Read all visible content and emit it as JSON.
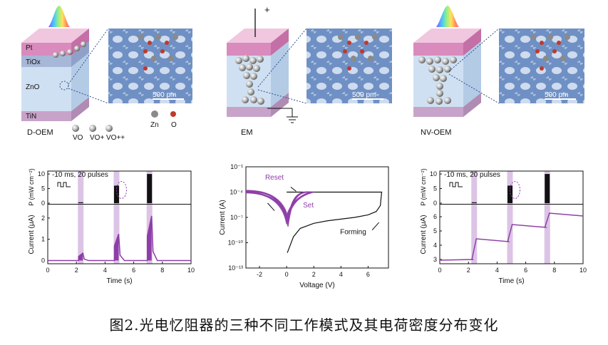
{
  "caption": "图2.光电忆阻器的三种不同工作模式及其电荷密度分布变化",
  "devices": {
    "d_oem": {
      "name": "D-OEM",
      "layers": [
        "Pt",
        "TiOx",
        "ZnO",
        "TiN"
      ],
      "vacancy_legend": [
        "VO",
        "VO+",
        "VO++"
      ],
      "scale": "500 pm",
      "atoms_legend": [
        "Zn",
        "O"
      ]
    },
    "em": {
      "name": "EM",
      "plus": "+",
      "scale": "500 pm"
    },
    "nv_oem": {
      "name": "NV-OEM",
      "scale": "500 pm"
    }
  },
  "colors": {
    "pt": "#d98bbd",
    "tio": "#a7b7d8",
    "zno": "#cfe0f2",
    "tin": "#c7a3c9",
    "purple": "#8e3ea8",
    "lightpurple": "#dcc4e6",
    "black": "#111111",
    "chargemap": "#6c8fc2"
  },
  "chart_data": [
    {
      "id": "d_oem_pulse",
      "type": "line",
      "annotation": "10 ms, 20 pulses",
      "top_ylabel": "P (mW cm⁻²)",
      "ylabel": "Current (μA)",
      "xlabel": "Time (s)",
      "xlim": [
        0,
        10
      ],
      "xticks": [
        0,
        2,
        4,
        6,
        8,
        10
      ],
      "top_yticks": [
        0,
        5,
        10
      ],
      "bottom_yticks": [
        0,
        1,
        2
      ],
      "light_pulses": [
        {
          "t": 2.3,
          "P": 0.3
        },
        {
          "t": 4.8,
          "P": 6
        },
        {
          "t": 7.1,
          "P": 10
        }
      ],
      "current_peaks": [
        0.35,
        1.25,
        2.1
      ],
      "baseline": 0.0
    },
    {
      "id": "em_iv",
      "type": "line",
      "xlabel": "Voltage (V)",
      "ylabel": "Current (A)",
      "xlim": [
        -3,
        7.5
      ],
      "xticks": [
        -2,
        0,
        2,
        4,
        6
      ],
      "ylog": true,
      "ylim": [
        1e-13,
        0.1
      ],
      "yticks_exp": [
        -1,
        -4,
        -7,
        -10,
        -13
      ],
      "annotations": [
        "Reset",
        "Set",
        "Forming"
      ],
      "series": [
        {
          "name": "Forming",
          "x": [
            0.05,
            0.5,
            1,
            2,
            3,
            4,
            5,
            6,
            6.6,
            6.9,
            7.0
          ],
          "log10y": [
            -11.2,
            -9.3,
            -8.3,
            -7.7,
            -7.4,
            -7.2,
            -7.0,
            -6.7,
            -6.3,
            -5.6,
            -4.0
          ]
        }
      ]
    },
    {
      "id": "nv_oem_pulse",
      "type": "line",
      "annotation": "10 ms, 20 pulses",
      "top_ylabel": "P (mW cm⁻²)",
      "ylabel": "Current (μA)",
      "xlabel": "Time (s)",
      "xlim": [
        0,
        10
      ],
      "xticks": [
        0,
        2,
        4,
        6,
        8,
        10
      ],
      "top_yticks": [
        0,
        5,
        10
      ],
      "bottom_yticks": [
        3,
        4,
        5,
        6
      ],
      "light_pulses": [
        {
          "t": 2.4,
          "P": 0.3
        },
        {
          "t": 4.9,
          "P": 6
        },
        {
          "t": 7.5,
          "P": 10
        }
      ],
      "current_levels": [
        {
          "t0": 0,
          "t1": 2.3,
          "y": 2.95
        },
        {
          "t0": 2.6,
          "t1": 4.8,
          "y": 4.2
        },
        {
          "t0": 5.1,
          "t1": 7.4,
          "y": 5.2
        },
        {
          "t0": 7.7,
          "t1": 10,
          "y": 6.0
        }
      ]
    }
  ]
}
